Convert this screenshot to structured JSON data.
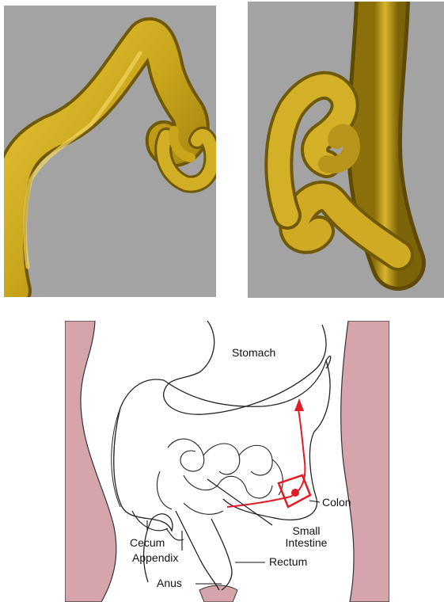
{
  "renders": {
    "left": {
      "background": "#a3a3a3",
      "surface_color": "#c9a51a"
    },
    "right": {
      "background": "#a3a3a3",
      "surface_color": "#c9a51a"
    }
  },
  "anatomy": {
    "skin_color": "#d6a5ab",
    "highlight_color": "#e31b23",
    "labels": {
      "stomach": "Stomach",
      "colon": "Colon",
      "small_intestine": [
        "Small",
        "Intestine"
      ],
      "cecum": "Cecum",
      "appendix": "Appendix",
      "rectum": "Rectum",
      "anus": "Anus"
    }
  }
}
